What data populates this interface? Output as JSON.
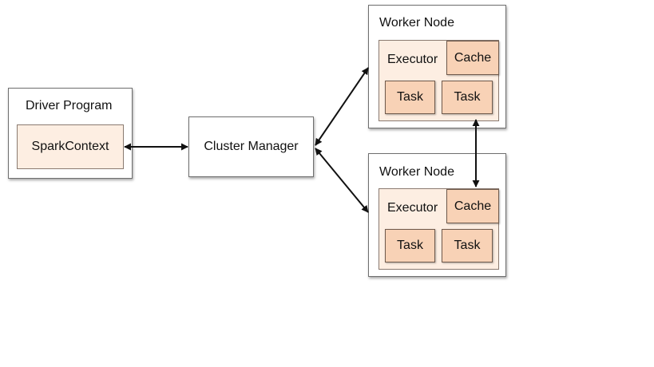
{
  "driver": {
    "title": "Driver Program",
    "context": "SparkContext"
  },
  "cluster_manager": {
    "label": "Cluster Manager"
  },
  "workers": [
    {
      "title": "Worker Node",
      "executor": "Executor",
      "cache": "Cache",
      "tasks": [
        "Task",
        "Task"
      ]
    },
    {
      "title": "Worker Node",
      "executor": "Executor",
      "cache": "Cache",
      "tasks": [
        "Task",
        "Task"
      ]
    }
  ]
}
